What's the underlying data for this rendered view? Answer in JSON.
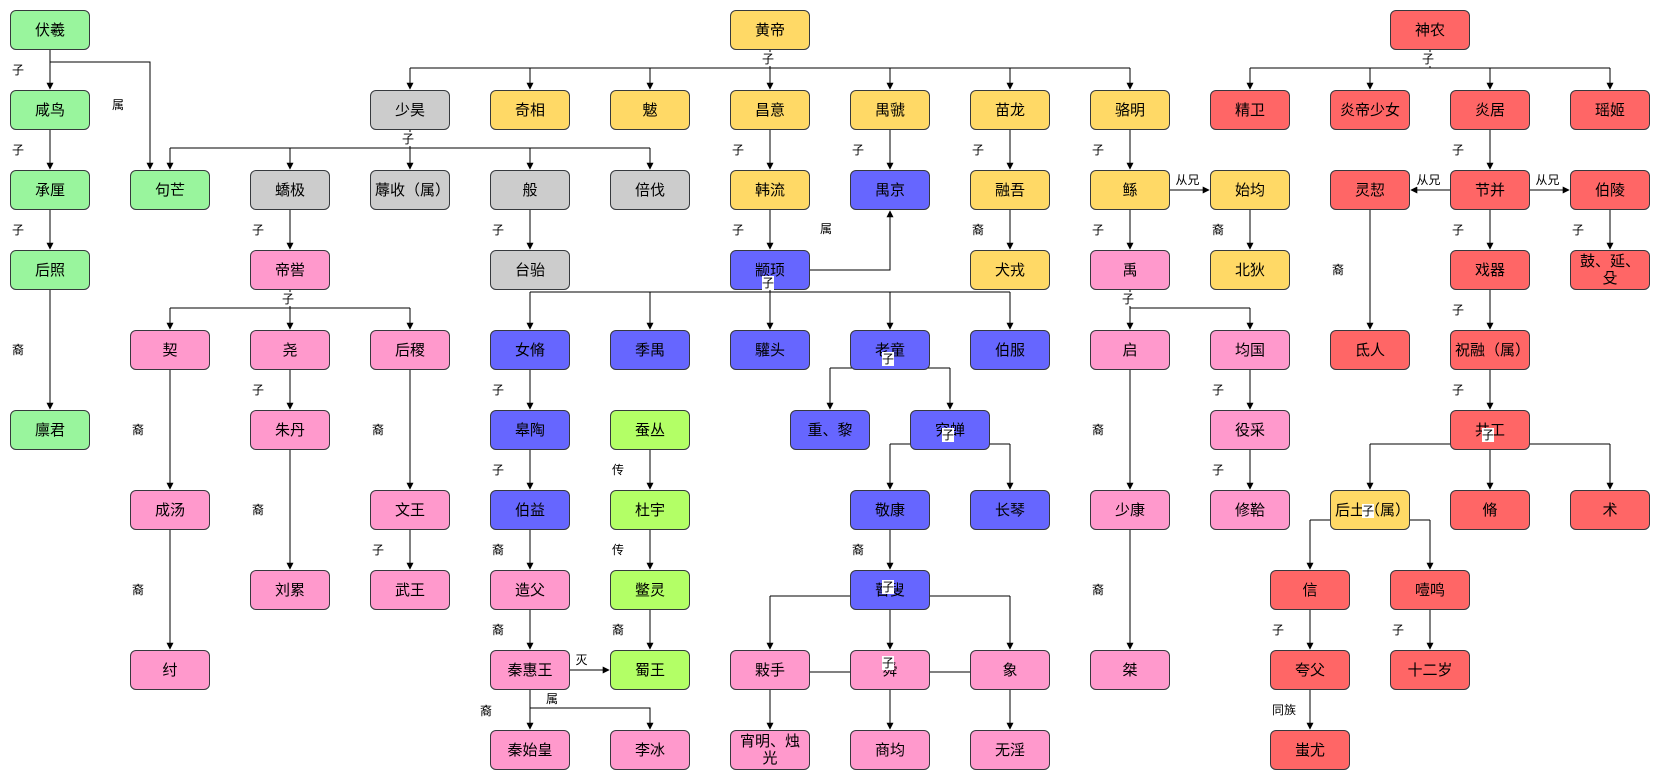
{
  "colors": {
    "green": "#99f59d",
    "lime": "#b3ff66",
    "yellow": "#ffd966",
    "gray": "#cccccc",
    "pink": "#ff99cc",
    "blue": "#6666ff",
    "red": "#ff6666",
    "line": "#000000"
  },
  "nodes": [
    {
      "id": "fuxi",
      "label": "伏羲",
      "color": "green"
    },
    {
      "id": "xianniao",
      "label": "咸鸟",
      "color": "green"
    },
    {
      "id": "chengli",
      "label": "承厘",
      "color": "green"
    },
    {
      "id": "houzhao",
      "label": "后照",
      "color": "green"
    },
    {
      "id": "linjun",
      "label": "廪君",
      "color": "green"
    },
    {
      "id": "goumang",
      "label": "句芒",
      "color": "green"
    },
    {
      "id": "huangdi",
      "label": "黄帝",
      "color": "yellow"
    },
    {
      "id": "shaohao",
      "label": "少昊",
      "color": "gray"
    },
    {
      "id": "qixiang",
      "label": "奇相",
      "color": "yellow"
    },
    {
      "id": "kui",
      "label": "魃",
      "color": "yellow"
    },
    {
      "id": "changyi",
      "label": "昌意",
      "color": "yellow"
    },
    {
      "id": "yuhao",
      "label": "禺虢",
      "color": "yellow"
    },
    {
      "id": "miaolong",
      "label": "苗龙",
      "color": "yellow"
    },
    {
      "id": "luoming",
      "label": "骆明",
      "color": "yellow"
    },
    {
      "id": "jiaoji",
      "label": "蟜极",
      "color": "gray"
    },
    {
      "id": "rushou",
      "label": "蓐收（属）",
      "color": "gray"
    },
    {
      "id": "ban",
      "label": "般",
      "color": "gray"
    },
    {
      "id": "beifa",
      "label": "倍伐",
      "color": "gray"
    },
    {
      "id": "taitai",
      "label": "台骀",
      "color": "gray"
    },
    {
      "id": "diku",
      "label": "帝喾",
      "color": "pink"
    },
    {
      "id": "qi",
      "label": "契",
      "color": "pink"
    },
    {
      "id": "yao",
      "label": "尧",
      "color": "pink"
    },
    {
      "id": "houji",
      "label": "后稷",
      "color": "pink"
    },
    {
      "id": "chengtang",
      "label": "成汤",
      "color": "pink"
    },
    {
      "id": "zhou",
      "label": "纣",
      "color": "pink"
    },
    {
      "id": "zhudan",
      "label": "朱丹",
      "color": "pink"
    },
    {
      "id": "liulei",
      "label": "刘累",
      "color": "pink"
    },
    {
      "id": "wenwang",
      "label": "文王",
      "color": "pink"
    },
    {
      "id": "wuwang",
      "label": "武王",
      "color": "pink"
    },
    {
      "id": "hanliu",
      "label": "韩流",
      "color": "yellow"
    },
    {
      "id": "yujing",
      "label": "禺京",
      "color": "blue"
    },
    {
      "id": "rongwu",
      "label": "融吾",
      "color": "yellow"
    },
    {
      "id": "quanrong",
      "label": "犬戎",
      "color": "yellow"
    },
    {
      "id": "zhuanxu",
      "label": "颛顼",
      "color": "blue"
    },
    {
      "id": "nvxiu",
      "label": "女脩",
      "color": "blue"
    },
    {
      "id": "jiyu",
      "label": "季禺",
      "color": "blue"
    },
    {
      "id": "tuantou",
      "label": "驩头",
      "color": "blue"
    },
    {
      "id": "laotong",
      "label": "老童",
      "color": "blue"
    },
    {
      "id": "bofu",
      "label": "伯服",
      "color": "blue"
    },
    {
      "id": "gaoyao",
      "label": "皋陶",
      "color": "blue"
    },
    {
      "id": "boyi",
      "label": "伯益",
      "color": "blue"
    },
    {
      "id": "zaofu",
      "label": "造父",
      "color": "pink"
    },
    {
      "id": "qinhuiwang",
      "label": "秦惠王",
      "color": "pink"
    },
    {
      "id": "qinshihuang",
      "label": "秦始皇",
      "color": "pink"
    },
    {
      "id": "libing",
      "label": "李冰",
      "color": "pink"
    },
    {
      "id": "cancong",
      "label": "蚕丛",
      "color": "lime"
    },
    {
      "id": "duyu",
      "label": "杜宇",
      "color": "lime"
    },
    {
      "id": "bieling",
      "label": "鳖灵",
      "color": "lime"
    },
    {
      "id": "shuwang",
      "label": "蜀王",
      "color": "lime"
    },
    {
      "id": "chongli",
      "label": "重、黎",
      "color": "blue"
    },
    {
      "id": "qiongchan",
      "label": "穷蝉",
      "color": "blue"
    },
    {
      "id": "jingkang",
      "label": "敬康",
      "color": "blue"
    },
    {
      "id": "changqin",
      "label": "长琴",
      "color": "blue"
    },
    {
      "id": "gusou",
      "label": "瞽叟",
      "color": "blue"
    },
    {
      "id": "aoshou",
      "label": "敤手",
      "color": "pink"
    },
    {
      "id": "shun",
      "label": "舜",
      "color": "pink"
    },
    {
      "id": "xiang",
      "label": "象",
      "color": "pink"
    },
    {
      "id": "xiaoming",
      "label": "宵明、烛光",
      "color": "pink"
    },
    {
      "id": "shangjun",
      "label": "商均",
      "color": "pink"
    },
    {
      "id": "wuyin",
      "label": "无淫",
      "color": "pink"
    },
    {
      "id": "gun",
      "label": "鲧",
      "color": "yellow"
    },
    {
      "id": "shijun",
      "label": "始均",
      "color": "yellow"
    },
    {
      "id": "beidi",
      "label": "北狄",
      "color": "yellow"
    },
    {
      "id": "yu",
      "label": "禹",
      "color": "pink"
    },
    {
      "id": "qi2",
      "label": "启",
      "color": "pink"
    },
    {
      "id": "junguo",
      "label": "均国",
      "color": "pink"
    },
    {
      "id": "yicai",
      "label": "役采",
      "color": "pink"
    },
    {
      "id": "xiuzhan",
      "label": "修鞈",
      "color": "pink"
    },
    {
      "id": "shaokang",
      "label": "少康",
      "color": "pink"
    },
    {
      "id": "jie",
      "label": "桀",
      "color": "pink"
    },
    {
      "id": "shennong",
      "label": "神农",
      "color": "red"
    },
    {
      "id": "jingwei",
      "label": "精卫",
      "color": "red"
    },
    {
      "id": "yandishaonv",
      "label": "炎帝少女",
      "color": "red"
    },
    {
      "id": "yanju",
      "label": "炎居",
      "color": "red"
    },
    {
      "id": "yaoji",
      "label": "瑶姬",
      "color": "red"
    },
    {
      "id": "lingtian",
      "label": "灵恝",
      "color": "red"
    },
    {
      "id": "jiebing",
      "label": "节并",
      "color": "red"
    },
    {
      "id": "boling",
      "label": "伯陵",
      "color": "red"
    },
    {
      "id": "diren",
      "label": "氐人",
      "color": "red"
    },
    {
      "id": "xiqi",
      "label": "戏器",
      "color": "red"
    },
    {
      "id": "guyanshu",
      "label": "鼓、延、殳",
      "color": "red"
    },
    {
      "id": "zhurong",
      "label": "祝融（属）",
      "color": "red"
    },
    {
      "id": "gonggong",
      "label": "共工",
      "color": "red"
    },
    {
      "id": "houtu",
      "label": "后土（属）",
      "color": "yellow"
    },
    {
      "id": "xiu",
      "label": "脩",
      "color": "red"
    },
    {
      "id": "shu",
      "label": "术",
      "color": "red"
    },
    {
      "id": "xin",
      "label": "信",
      "color": "red"
    },
    {
      "id": "yeming",
      "label": "噎鸣",
      "color": "red"
    },
    {
      "id": "kuafu",
      "label": "夸父",
      "color": "red"
    },
    {
      "id": "shiersui",
      "label": "十二岁",
      "color": "red"
    },
    {
      "id": "chiyou",
      "label": "蚩尤",
      "color": "red"
    }
  ],
  "edge_labels": {
    "zi": "子",
    "yi": "裔",
    "shu": "属",
    "chuan": "传",
    "mie": "灭",
    "congxiong": "从兄",
    "tongzu": "同族"
  }
}
